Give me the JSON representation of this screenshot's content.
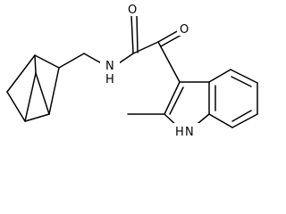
{
  "structure": {
    "atoms": {
      "carbonyl_oxygen_amide": "O",
      "carbonyl_oxygen_ketone": "O",
      "amide_nitrogen": "N",
      "amide_hydrogen": "H",
      "indole_nitrogen": "N",
      "indole_hydrogen": "H"
    }
  },
  "colors": {
    "bond": "#000000",
    "background": "#ffffff"
  }
}
